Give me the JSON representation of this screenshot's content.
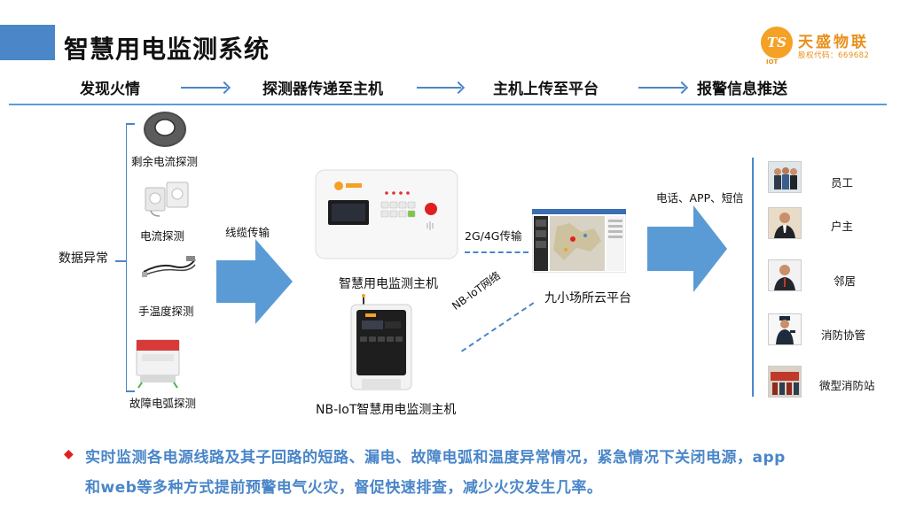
{
  "title": "智慧用电监测系统",
  "logo": {
    "name": "天盛物联",
    "code": "股权代码：669682",
    "mark": "TS",
    "sub": "IOT"
  },
  "flow": [
    "发现火情",
    "探测器传递至主机",
    "主机上传至平台",
    "报警信息推送"
  ],
  "left_input": "数据异常",
  "sensors": [
    {
      "label": "剩余电流探测"
    },
    {
      "label": "电流探测"
    },
    {
      "label": "手温度探测"
    },
    {
      "label": "故障电弧探测"
    }
  ],
  "cable_label": "线缆传输",
  "host_main": "智慧用电监测主机",
  "host_nb": "NB-IoT智慧用电监测主机",
  "link_4g": "2G/4G传输",
  "link_nb": "NB-IoT网络",
  "platform": "九小场所云平台",
  "notify_label": "电话、APP、短信",
  "recipients": [
    "员工",
    "户主",
    "邻居",
    "消防协管",
    "微型消防站"
  ],
  "description": [
    "实时监测各电源线路及其子回路的短路、漏电、故障电弧和温度异常情况，紧急情况下关闭电源，app",
    "和web等多种方式提前预警电气火灾，督促快速排查，减少火灾发生几率。"
  ],
  "colors": {
    "accent": "#4a86c8",
    "brand": "#f5a126",
    "bullet": "#e02020"
  }
}
